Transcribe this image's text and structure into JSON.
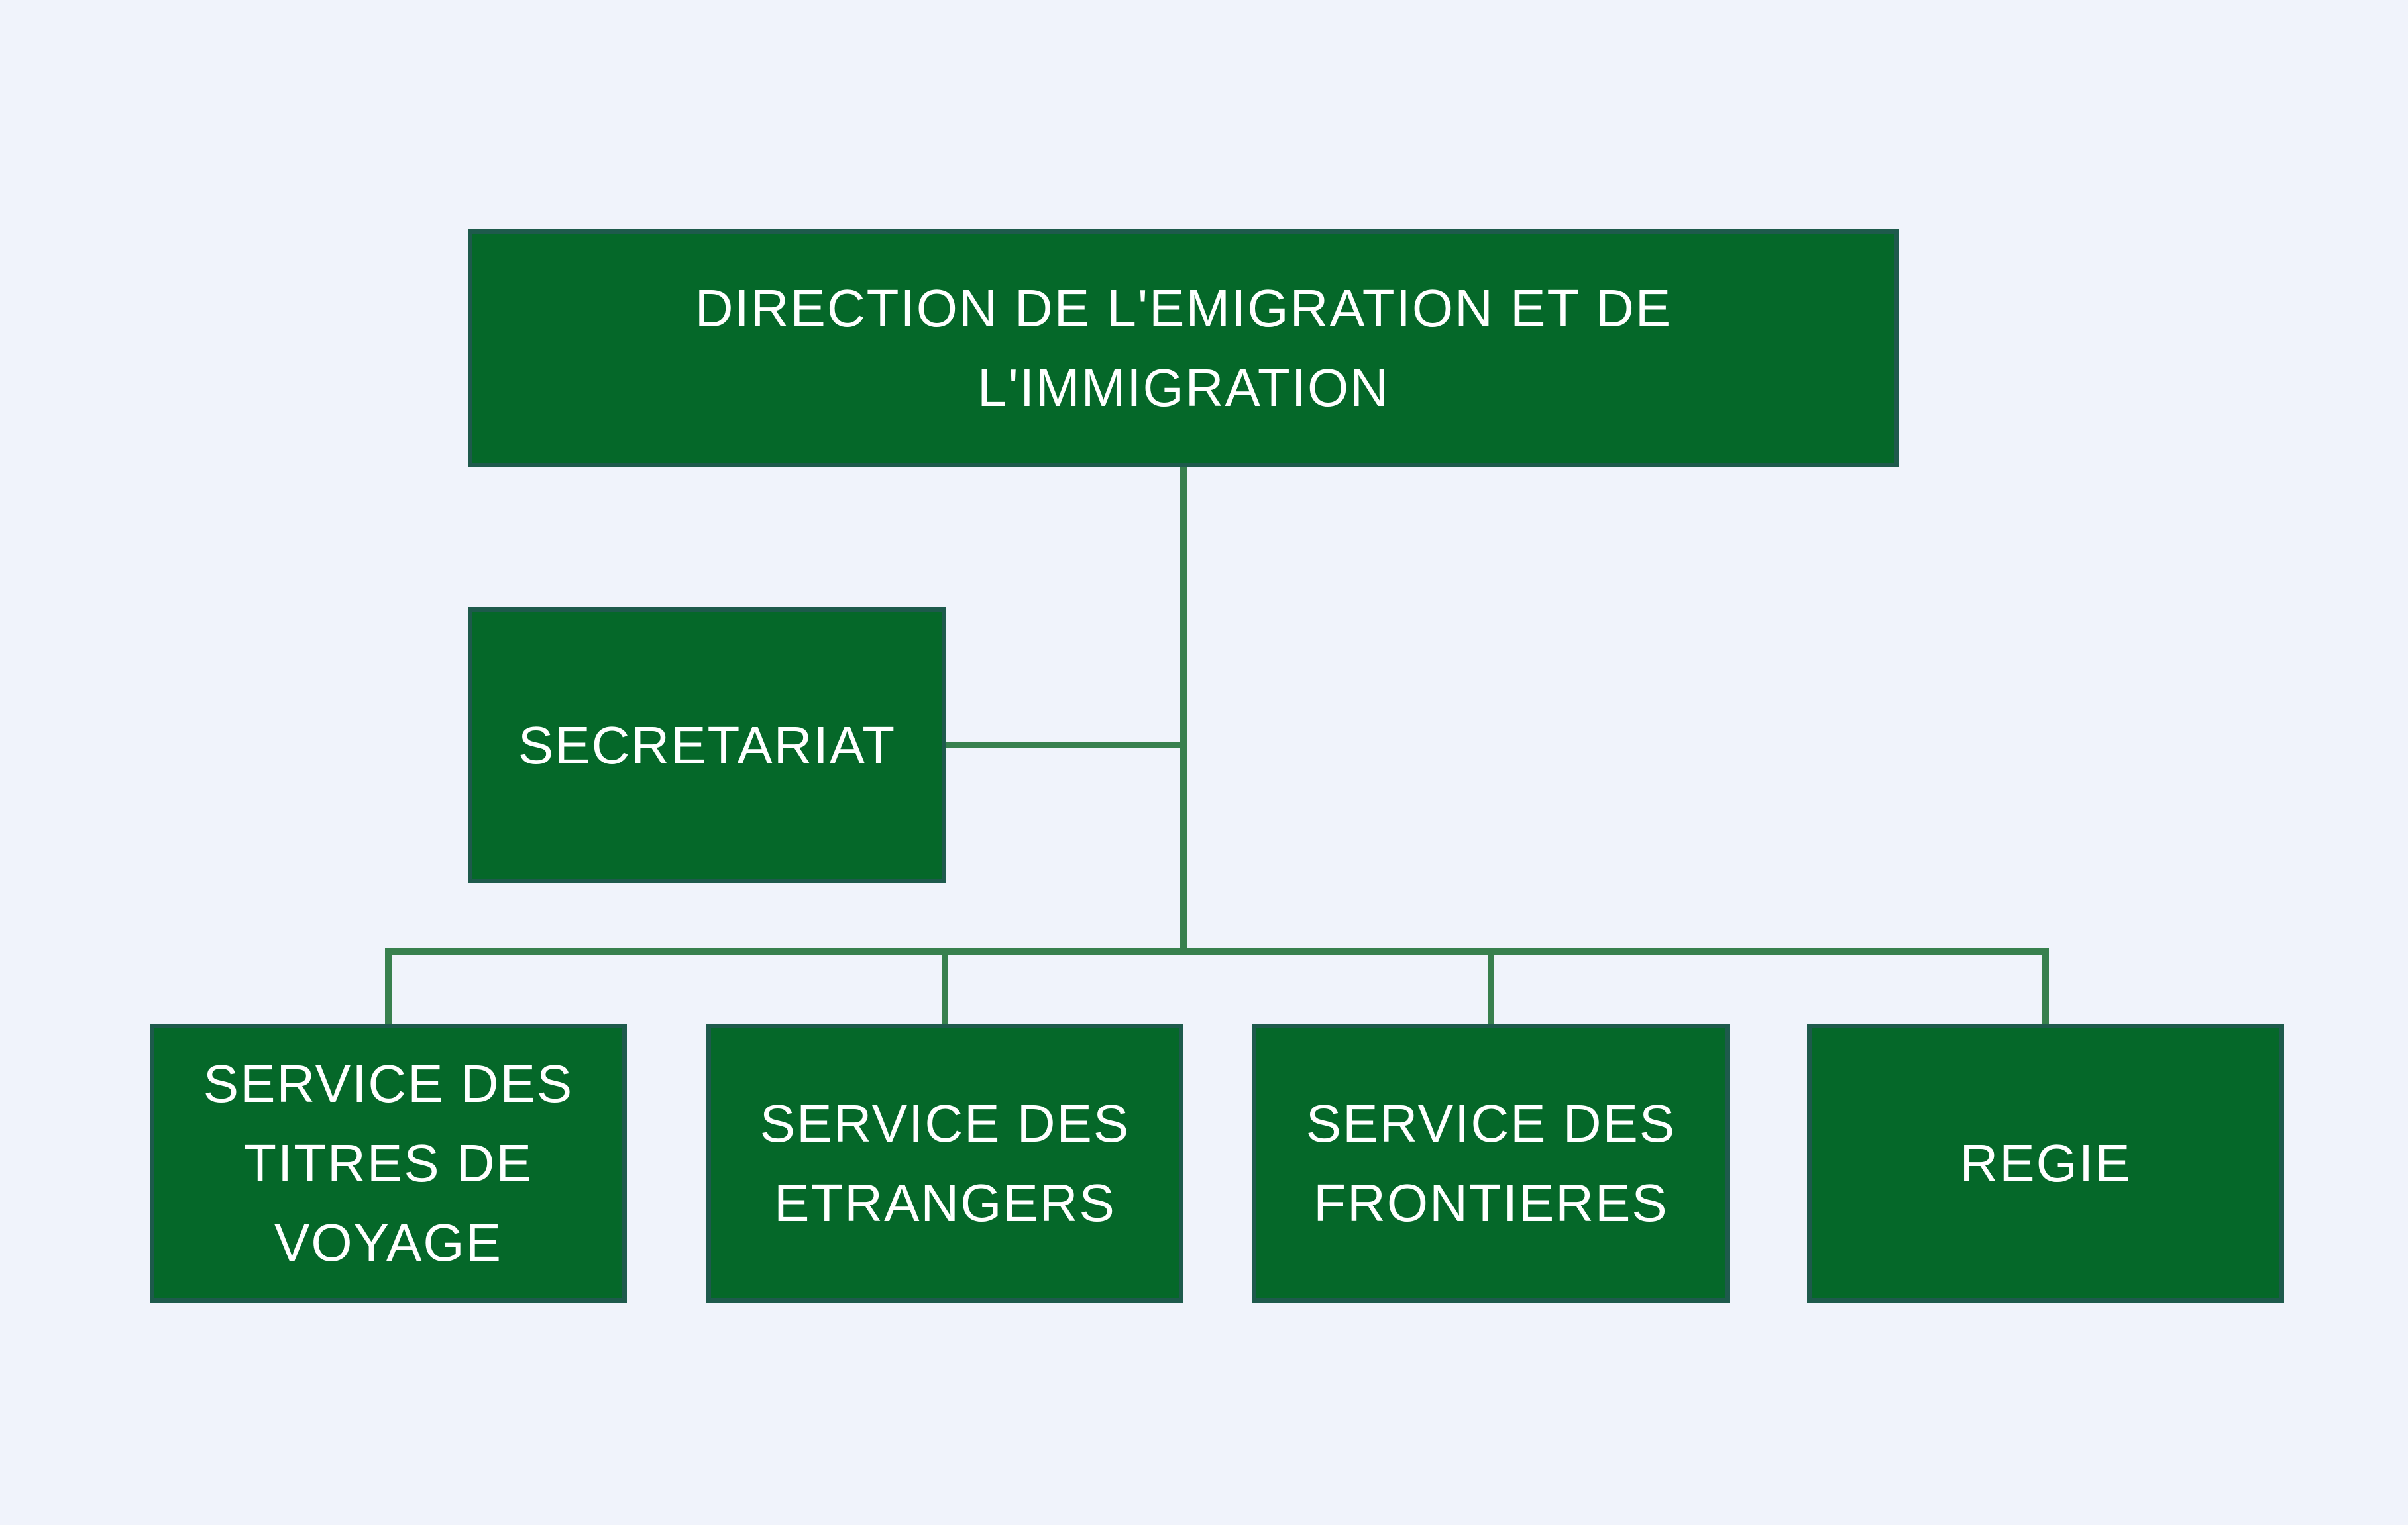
{
  "page": {
    "background_color": "#F0F3FB"
  },
  "diagram": {
    "type": "org_chart",
    "colors": {
      "node_fill": "#056829",
      "node_border": "#1E5A4C",
      "connector": "#38804E",
      "label_text": "#FFFFFF"
    },
    "root": {
      "label": "DIRECTION DE L'EMIGRATION ET DE L'IMMIGRATION"
    },
    "assistant": {
      "label": "SECRETARIAT"
    },
    "services": [
      {
        "label": "SERVICE DES TITRES DE VOYAGE"
      },
      {
        "label": "SERVICE DES ETRANGERS"
      },
      {
        "label": "SERVICE DES FRONTIERES"
      },
      {
        "label": "REGIE"
      }
    ]
  }
}
